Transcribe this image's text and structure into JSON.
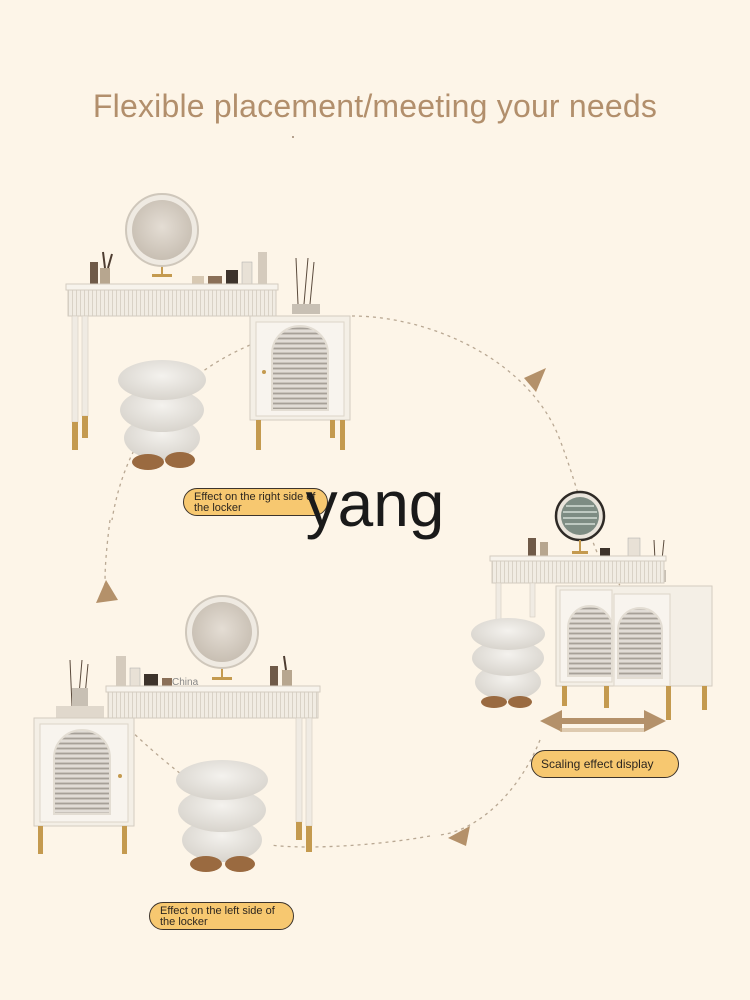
{
  "header": {
    "title": "Flexible placement/meeting your needs"
  },
  "labels": {
    "right_side": "Effect on the right side of\nthe locker",
    "scaling": "Scaling effect display",
    "left_side": "Effect on the left side of\nthe locker"
  },
  "watermark": {
    "text": "yang",
    "small_text": "China"
  },
  "colors": {
    "background": "#fdf5e8",
    "title": "#b28f6c",
    "badge": "#f7c870",
    "arrow": "#b4916a",
    "furniture": "#f4efe6",
    "gold": "#c49a4f",
    "wood": "#9a6a40"
  }
}
